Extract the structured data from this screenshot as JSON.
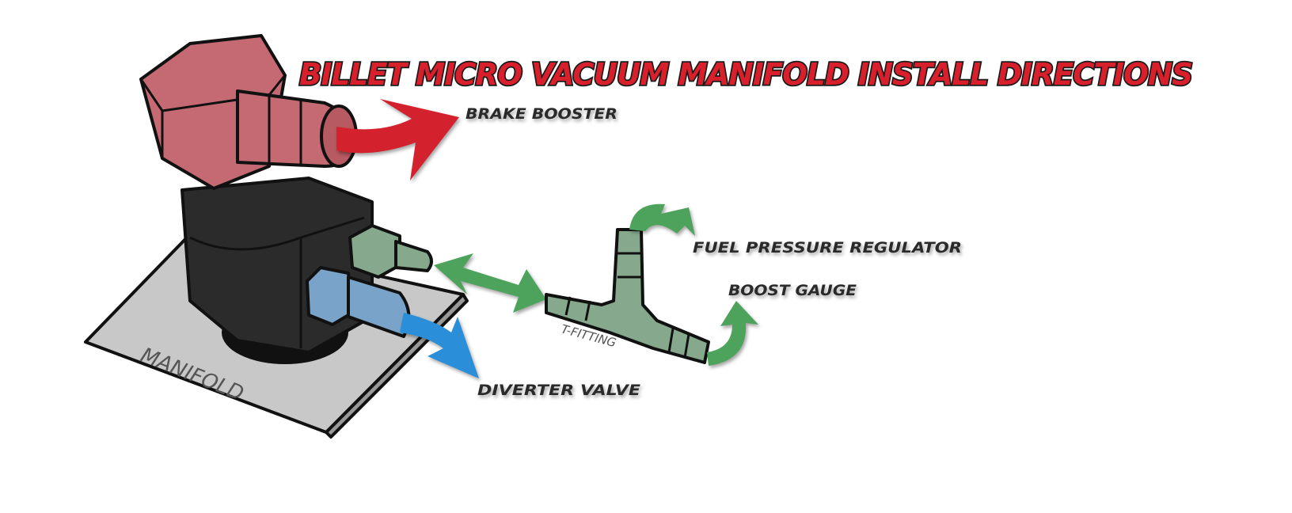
{
  "title": "BILLET MICRO VACUUM MANIFOLD INSTALL DIRECTIONS",
  "labels": {
    "brake_booster": "BRAKE BOOSTER",
    "fuel_pressure_regulator": "FUEL PRESSURE REGULATOR",
    "boost_gauge": "BOOST GAUGE",
    "t_fitting": "T-FITTING",
    "diverter_valve": "DIVERTER VALVE",
    "manifold": "MANIFOLD"
  },
  "colors": {
    "title_red": "#d8202c",
    "brake_port": "#c56a72",
    "brake_arrow": "#d3222e",
    "green_fitting": "#86a88c",
    "green_arrow": "#4ea35c",
    "blue_fitting": "#7aa3c9",
    "blue_arrow": "#2a8fd8",
    "manifold_plate": "#c8c8c8",
    "body": "#2b2b2b"
  }
}
